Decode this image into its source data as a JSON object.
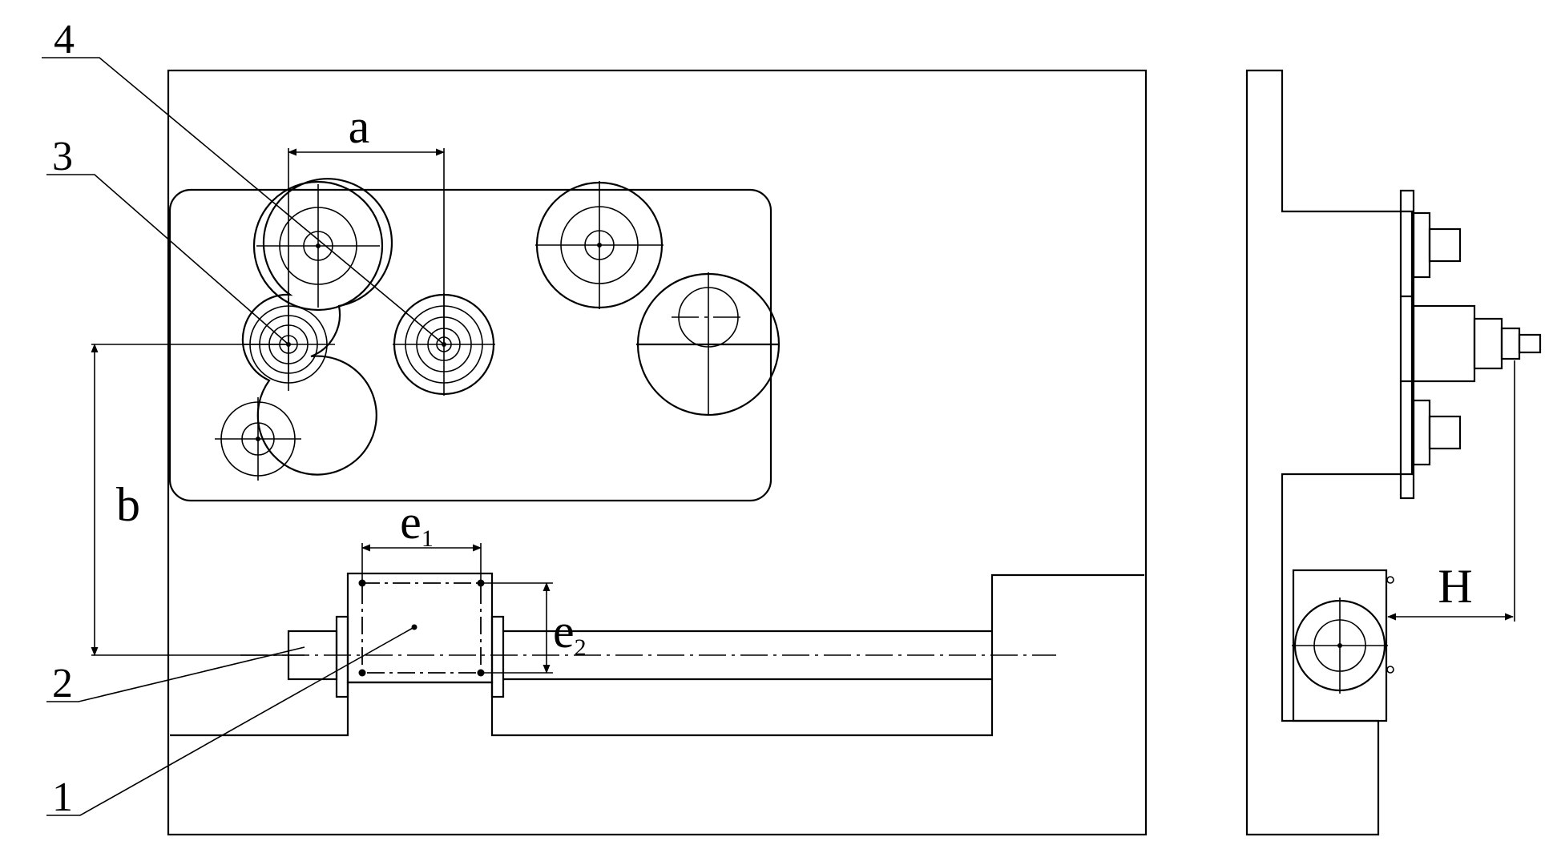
{
  "part_labels": {
    "p1": "1",
    "p2": "2",
    "p3": "3",
    "p4": "4"
  },
  "dimension_labels": {
    "a": "a",
    "b": "b",
    "e1_main": "e",
    "e1_sub": "1",
    "e2_main": "e",
    "e2_sub": "2",
    "H": "H"
  },
  "colors": {
    "line": "#000000",
    "background": "#ffffff"
  }
}
